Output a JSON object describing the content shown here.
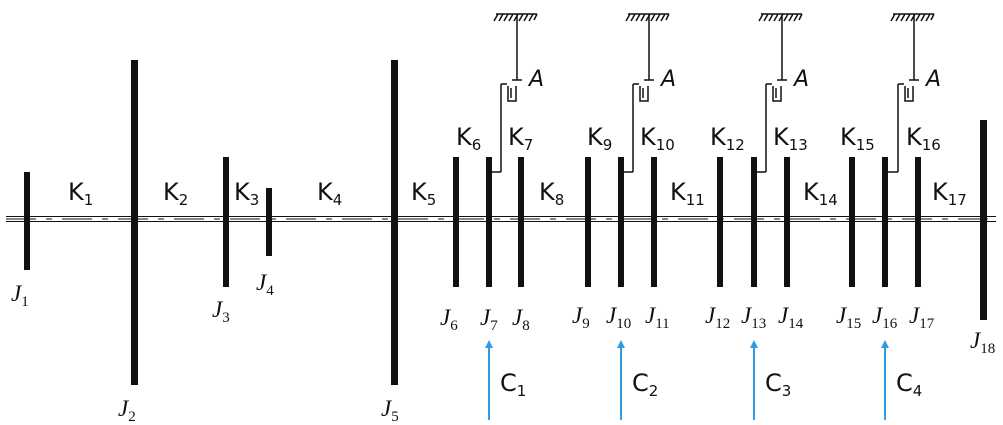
{
  "inertia_labels": {
    "j1": "J1",
    "j2": "J2",
    "j3": "J3",
    "j4": "J4",
    "j5": "J5",
    "j6": "J6",
    "j7": "J7",
    "j8": "J8",
    "j9": "J9",
    "j10": "J10",
    "j11": "J11",
    "j12": "J12",
    "j13": "J13",
    "j14": "J14",
    "j15": "J15",
    "j16": "J16",
    "j17": "J17",
    "j18": "J18"
  },
  "stiffness_labels": {
    "k1": "K1",
    "k2": "K2",
    "k3": "K3",
    "k4": "K4",
    "k5": "K5",
    "k6": "K6",
    "k7": "K7",
    "k8": "K8",
    "k9": "K9",
    "k10": "K10",
    "k11": "K11",
    "k12": "K12",
    "k13": "K13",
    "k14": "K14",
    "k15": "K15",
    "k16": "K16",
    "k17": "K17"
  },
  "damper_label": "A",
  "excitation_labels": {
    "c1": "C1",
    "c2": "C2",
    "c3": "C3",
    "c4": "C4"
  },
  "colors": {
    "line": "#111111",
    "arrow": "#2f9be0"
  },
  "icons": {
    "ground": "ground-hatch-icon",
    "damper": "damper-icon",
    "force": "up-arrow-icon"
  }
}
